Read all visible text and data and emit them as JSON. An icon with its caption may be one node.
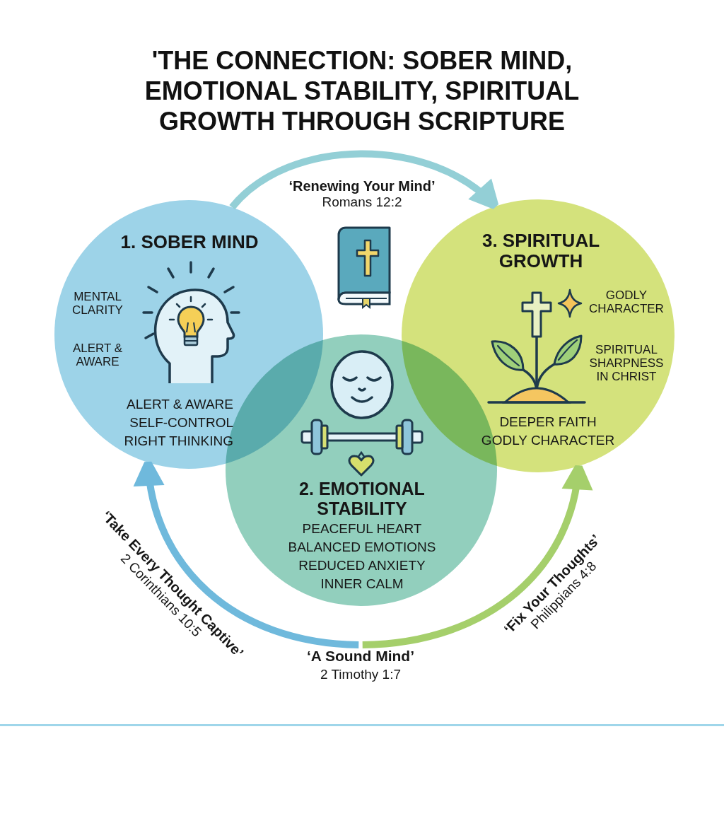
{
  "diagram": {
    "title": "'THE CONNECTION: SOBER MIND, EMOTIONAL STABILITY, SPIRITUAL GROWTH THROUGH SCRIPTURE",
    "nodes": [
      {
        "text": [
          "1. SOBER MIND",
          "MENTAL CLARITY",
          "ALERT & AWARE",
          "ALERT & AWARE",
          "SELF-CONTROL",
          "RIGHT THINKING"
        ]
      },
      {
        "text": [
          "3. SPIRITUAL GROWTH",
          "GODLY CHARACTER",
          "SPIRITUAL SHARPNESS IN CHRIST",
          "DEEPER FAITH",
          "GODLY CHARACTER"
        ]
      },
      {
        "text": [
          "2. EMOTIONAL STABILITY",
          "PEACEFUL HEART",
          "BALANCED EMOTIONS",
          "REDUCED ANXIETY",
          "INNER CALM"
        ]
      },
      {
        "text": [
          "‘A Sound Mind’",
          "2 Timothy 1:7"
        ]
      }
    ],
    "edges": [
      {
        "from": 0,
        "to": 1,
        "arrow": "to",
        "label": "**‘Renewing Your Mind’** Romans 12:2",
        "color": "#93cfd6"
      },
      {
        "from": 3,
        "to": 0,
        "arrow": "to",
        "label": "**‘Take Every Thought Captive’** 2 Corinthians 10:5",
        "color": "#6fb9dc"
      },
      {
        "from": 3,
        "to": 1,
        "arrow": "to",
        "label": "**‘Fix Your Thoughts’** Philippians 4:8",
        "color": "#a5cf6b"
      }
    ]
  }
}
